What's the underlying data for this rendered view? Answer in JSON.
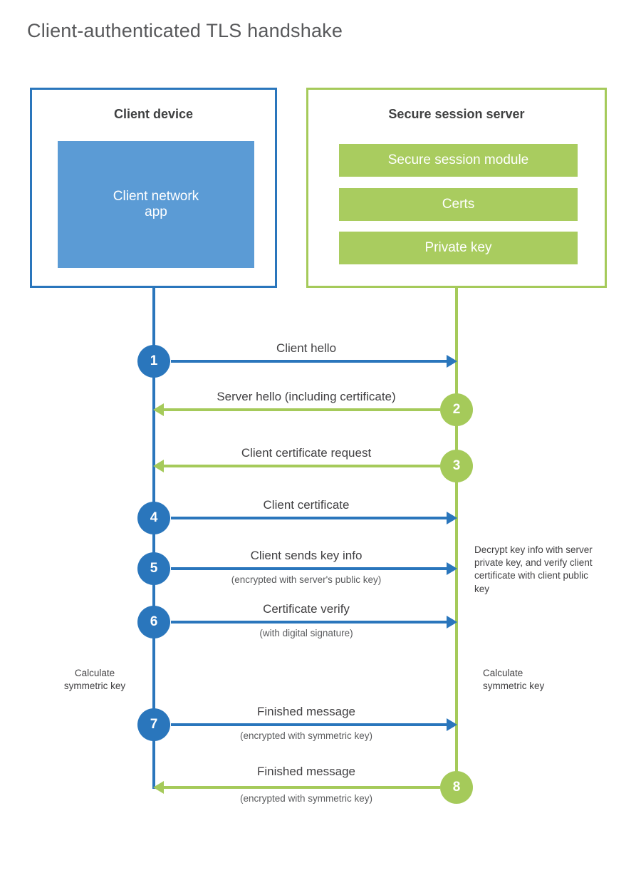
{
  "title": "Client-authenticated TLS handshake",
  "client": {
    "title": "Client device",
    "app_label": "Client network\napp"
  },
  "server": {
    "title": "Secure session server",
    "modules": [
      "Secure session module",
      "Certs",
      "Private key"
    ]
  },
  "steps": [
    {
      "num": "1",
      "label": "Client hello",
      "direction": "client-to-server"
    },
    {
      "num": "2",
      "label": "Server hello (including certificate)",
      "direction": "server-to-client"
    },
    {
      "num": "3",
      "label": "Client certificate request",
      "direction": "server-to-client"
    },
    {
      "num": "4",
      "label": "Client certificate",
      "direction": "client-to-server"
    },
    {
      "num": "5",
      "label": "Client sends key info",
      "sub": "(encrypted with server's public key)",
      "direction": "client-to-server"
    },
    {
      "num": "6",
      "label": "Certificate verify",
      "sub": "(with digital signature)",
      "direction": "client-to-server"
    },
    {
      "num": "7",
      "label": "Finished message",
      "sub": "(encrypted with symmetric key)",
      "direction": "client-to-server"
    },
    {
      "num": "8",
      "label": "Finished message",
      "sub": "(encrypted with symmetric key)",
      "direction": "server-to-client"
    }
  ],
  "notes": {
    "decrypt": "Decrypt key info with server private key, and verify client certificate with client public key",
    "calc_symmetric_left": "Calculate symmetric key",
    "calc_symmetric_right": "Calculate symmetric key"
  },
  "colors": {
    "blue": "#2a76bc",
    "blue_fill": "#5b9bd5",
    "green": "#a5ca5a"
  }
}
